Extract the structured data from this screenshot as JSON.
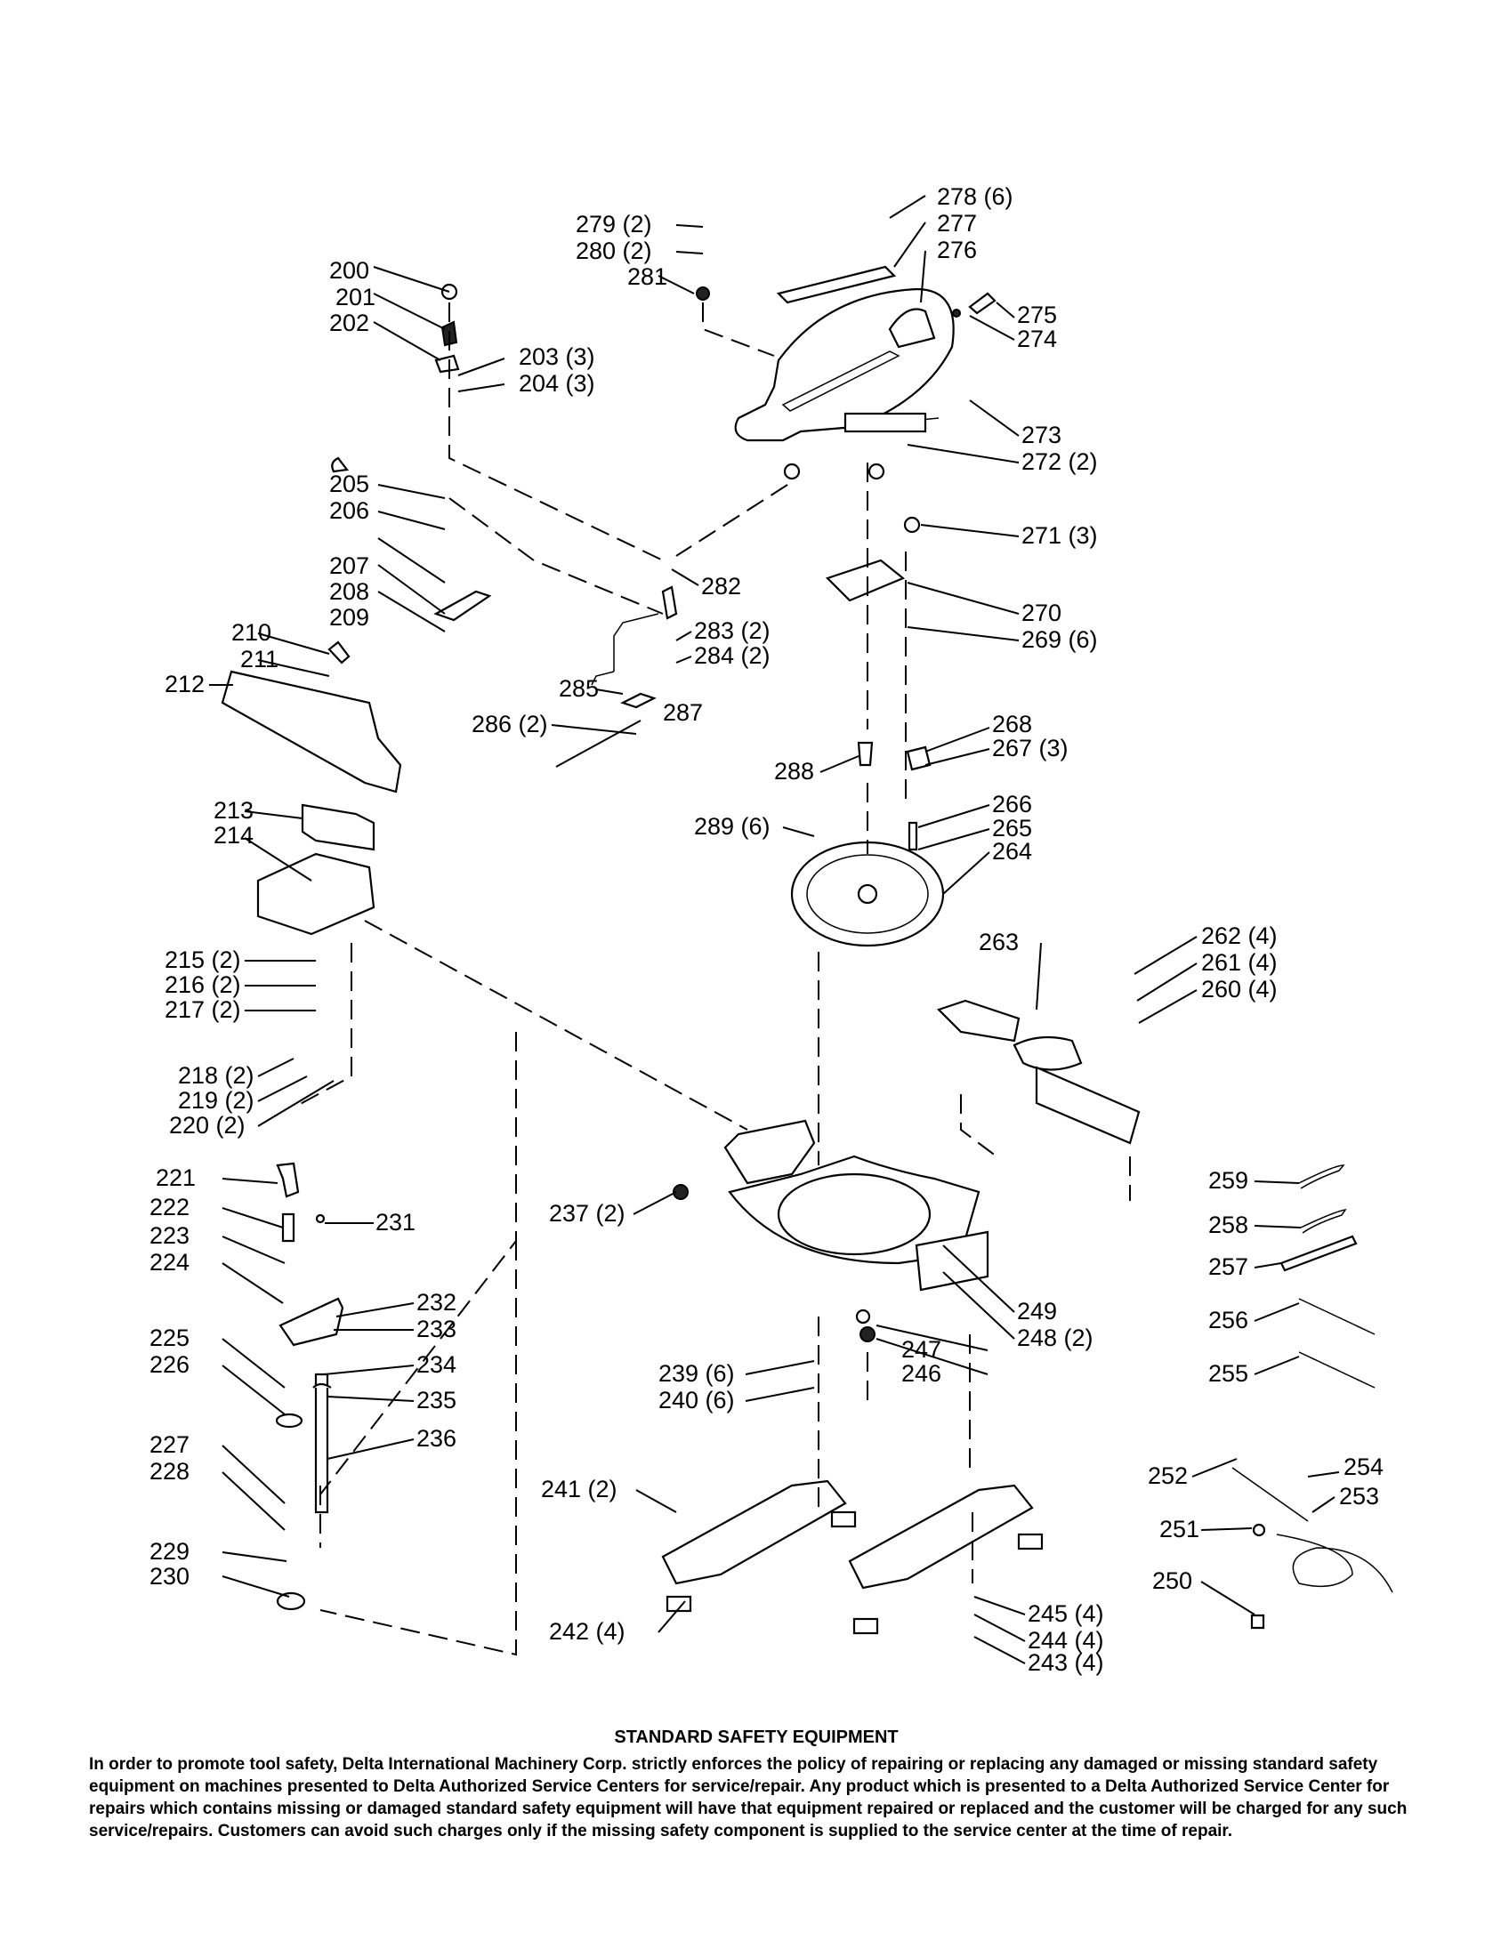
{
  "labels": {
    "l200": "200",
    "l201": "201",
    "l202": "202",
    "l203": "203 (3)",
    "l204": "204 (3)",
    "l205": "205",
    "l206": "206",
    "l207": "207",
    "l208": "208",
    "l209": "209",
    "l210": "210",
    "l211": "211",
    "l212": "212",
    "l213": "213",
    "l214": "214",
    "l215": "215 (2)",
    "l216": "216 (2)",
    "l217": "217 (2)",
    "l218": "218 (2)",
    "l219": "219 (2)",
    "l220": "220 (2)",
    "l221": "221",
    "l222": "222",
    "l223": "223",
    "l224": "224",
    "l225": "225",
    "l226": "226",
    "l227": "227",
    "l228": "228",
    "l229": "229",
    "l230": "230",
    "l231": "231",
    "l232": "232",
    "l233": "233",
    "l234": "234",
    "l235": "235",
    "l236": "236",
    "l237": "237 (2)",
    "l239": "239 (6)",
    "l240": "240 (6)",
    "l241": "241 (2)",
    "l242": "242 (4)",
    "l243": "243 (4)",
    "l244": "244 (4)",
    "l245": "245 (4)",
    "l246": "246",
    "l247": "247",
    "l248": "248 (2)",
    "l249": "249",
    "l250": "250",
    "l251": "251",
    "l252": "252",
    "l253": "253",
    "l254": "254",
    "l255": "255",
    "l256": "256",
    "l257": "257",
    "l258": "258",
    "l259": "259",
    "l260": "260 (4)",
    "l261": "261 (4)",
    "l262": "262 (4)",
    "l263": "263",
    "l264": "264",
    "l265": "265",
    "l266": "266",
    "l267": "267 (3)",
    "l268": "268",
    "l269": "269 (6)",
    "l270": "270",
    "l271": "271 (3)",
    "l272": "272 (2)",
    "l273": "273",
    "l274": "274",
    "l275": "275",
    "l276": "276",
    "l277": "277",
    "l278": "278 (6)",
    "l279": "279 (2)",
    "l280": "280 (2)",
    "l281": "281",
    "l282": "282",
    "l283": "283 (2)",
    "l284": "284 (2)",
    "l285": "285",
    "l286": "286 (2)",
    "l287": "287",
    "l288": "288",
    "l289": "289 (6)"
  },
  "notice": {
    "title": "STANDARD SAFETY EQUIPMENT",
    "body": "In order to promote tool safety, Delta International Machinery Corp. strictly enforces the policy of repairing or replacing any damaged or missing standard safety equipment on machines presented to Delta Authorized Service Centers for service/repair.  Any product which is presented to a Delta Authorized Service Center for repairs which contains missing or damaged standard safety equipment will have that equipment repaired or replaced and the customer will be charged for any such service/repairs.  Customers can avoid such charges only if the missing safety component is supplied to the service center at the time of repair."
  }
}
